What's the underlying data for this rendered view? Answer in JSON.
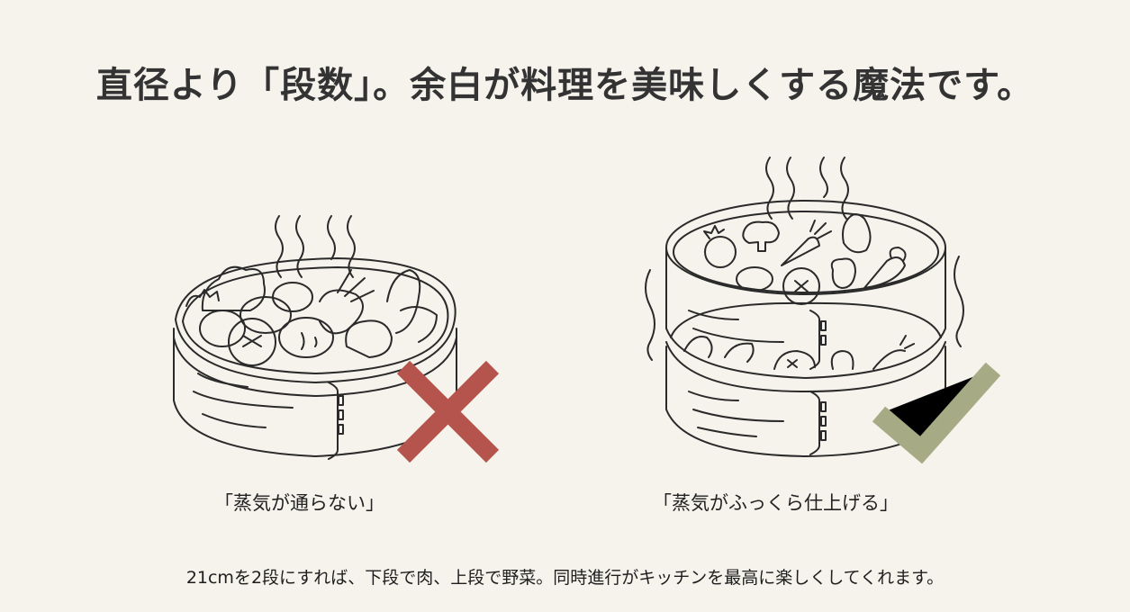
{
  "headline": "直径より「段数」。余白が料理を美味しくする魔法です。",
  "panels": [
    {
      "id": "bad",
      "illustration": "single-tier-steamer-overfilled",
      "mark": "cross-icon",
      "mark_color": "#b4544c",
      "caption": "「蒸気が通らない」"
    },
    {
      "id": "good",
      "illustration": "two-tier-steamer-spaced",
      "mark": "check-icon",
      "mark_color": "#a6ab85",
      "caption": "「蒸気がふっくら仕上げる」"
    }
  ],
  "footer": "21cmを2段にすれば、下段で肉、上段で野菜。同時進行がキッチンを最高に楽しくしてくれます。",
  "colors": {
    "background": "#f6f3ec",
    "line": "#2a2a2a",
    "cross": "#b4544c",
    "check": "#a6ab85"
  }
}
